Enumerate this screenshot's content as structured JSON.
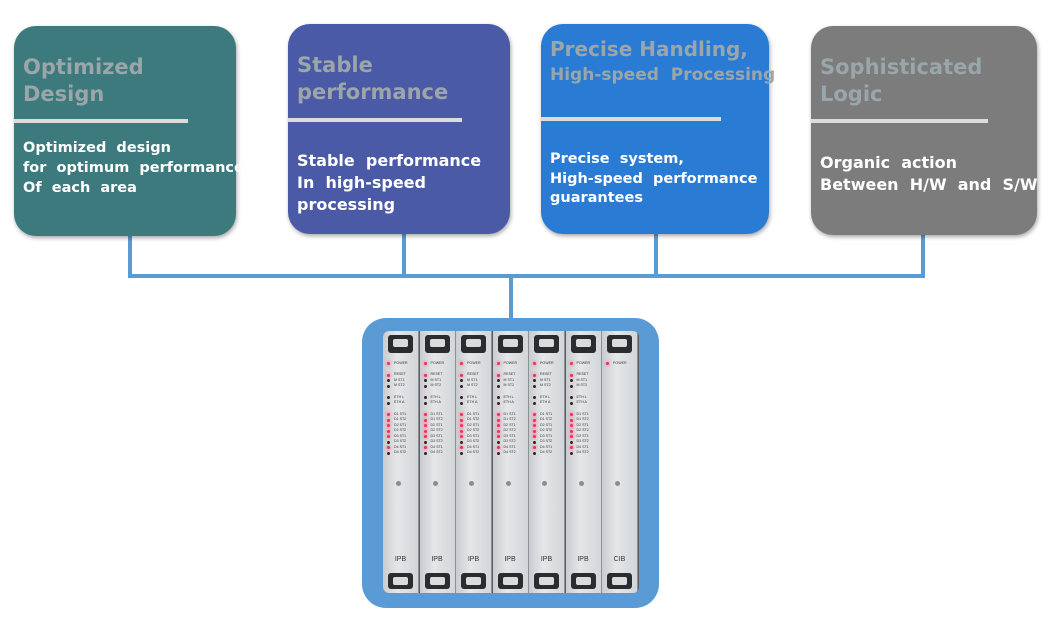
{
  "cards": [
    {
      "title": "Optimized Design",
      "title_lines": [
        "Optimized",
        "Design"
      ],
      "body_lines": [
        "Optimized  design",
        "for  optimum  performance",
        "Of  each  area"
      ]
    },
    {
      "title": "Stable performance",
      "title_lines": [
        "Stable",
        "performance"
      ],
      "body_lines": [
        "Stable  performance",
        "In  high-speed",
        "processing"
      ]
    },
    {
      "title": "Precise Handling,",
      "subtitle": "High-speed  Processing",
      "body_lines": [
        "Precise  system,",
        "High-speed  performance",
        "guarantees"
      ]
    },
    {
      "title": "Sophisticated Logic",
      "title_lines": [
        "Sophisticated",
        "Logic"
      ],
      "body_lines": [
        "Organic  action",
        "Between  H/W  and  S/W"
      ]
    }
  ],
  "colors": {
    "card1": "#3d7a7d",
    "card2": "#4a5aa6",
    "card3": "#2a7bd4",
    "card4": "#7c7c7c",
    "connector": "#5b9bd5"
  },
  "device": {
    "slots": [
      {
        "label": "IPB"
      },
      {
        "label": "IPB"
      },
      {
        "label": "IPB"
      },
      {
        "label": "IPB"
      },
      {
        "label": "IPB"
      },
      {
        "label": "IPB"
      },
      {
        "label": "CIB"
      }
    ],
    "led_labels": [
      "POWER",
      "RESET",
      "M ST1",
      "M ST2",
      "ETH L",
      "ETH A",
      "D1 ST1",
      "D1 ST2",
      "D2 ST1",
      "D2 ST2",
      "D3 ST1",
      "D3 ST2",
      "D4 ST1",
      "D4 ST2"
    ],
    "cib_led_labels": [
      "POWER"
    ]
  }
}
